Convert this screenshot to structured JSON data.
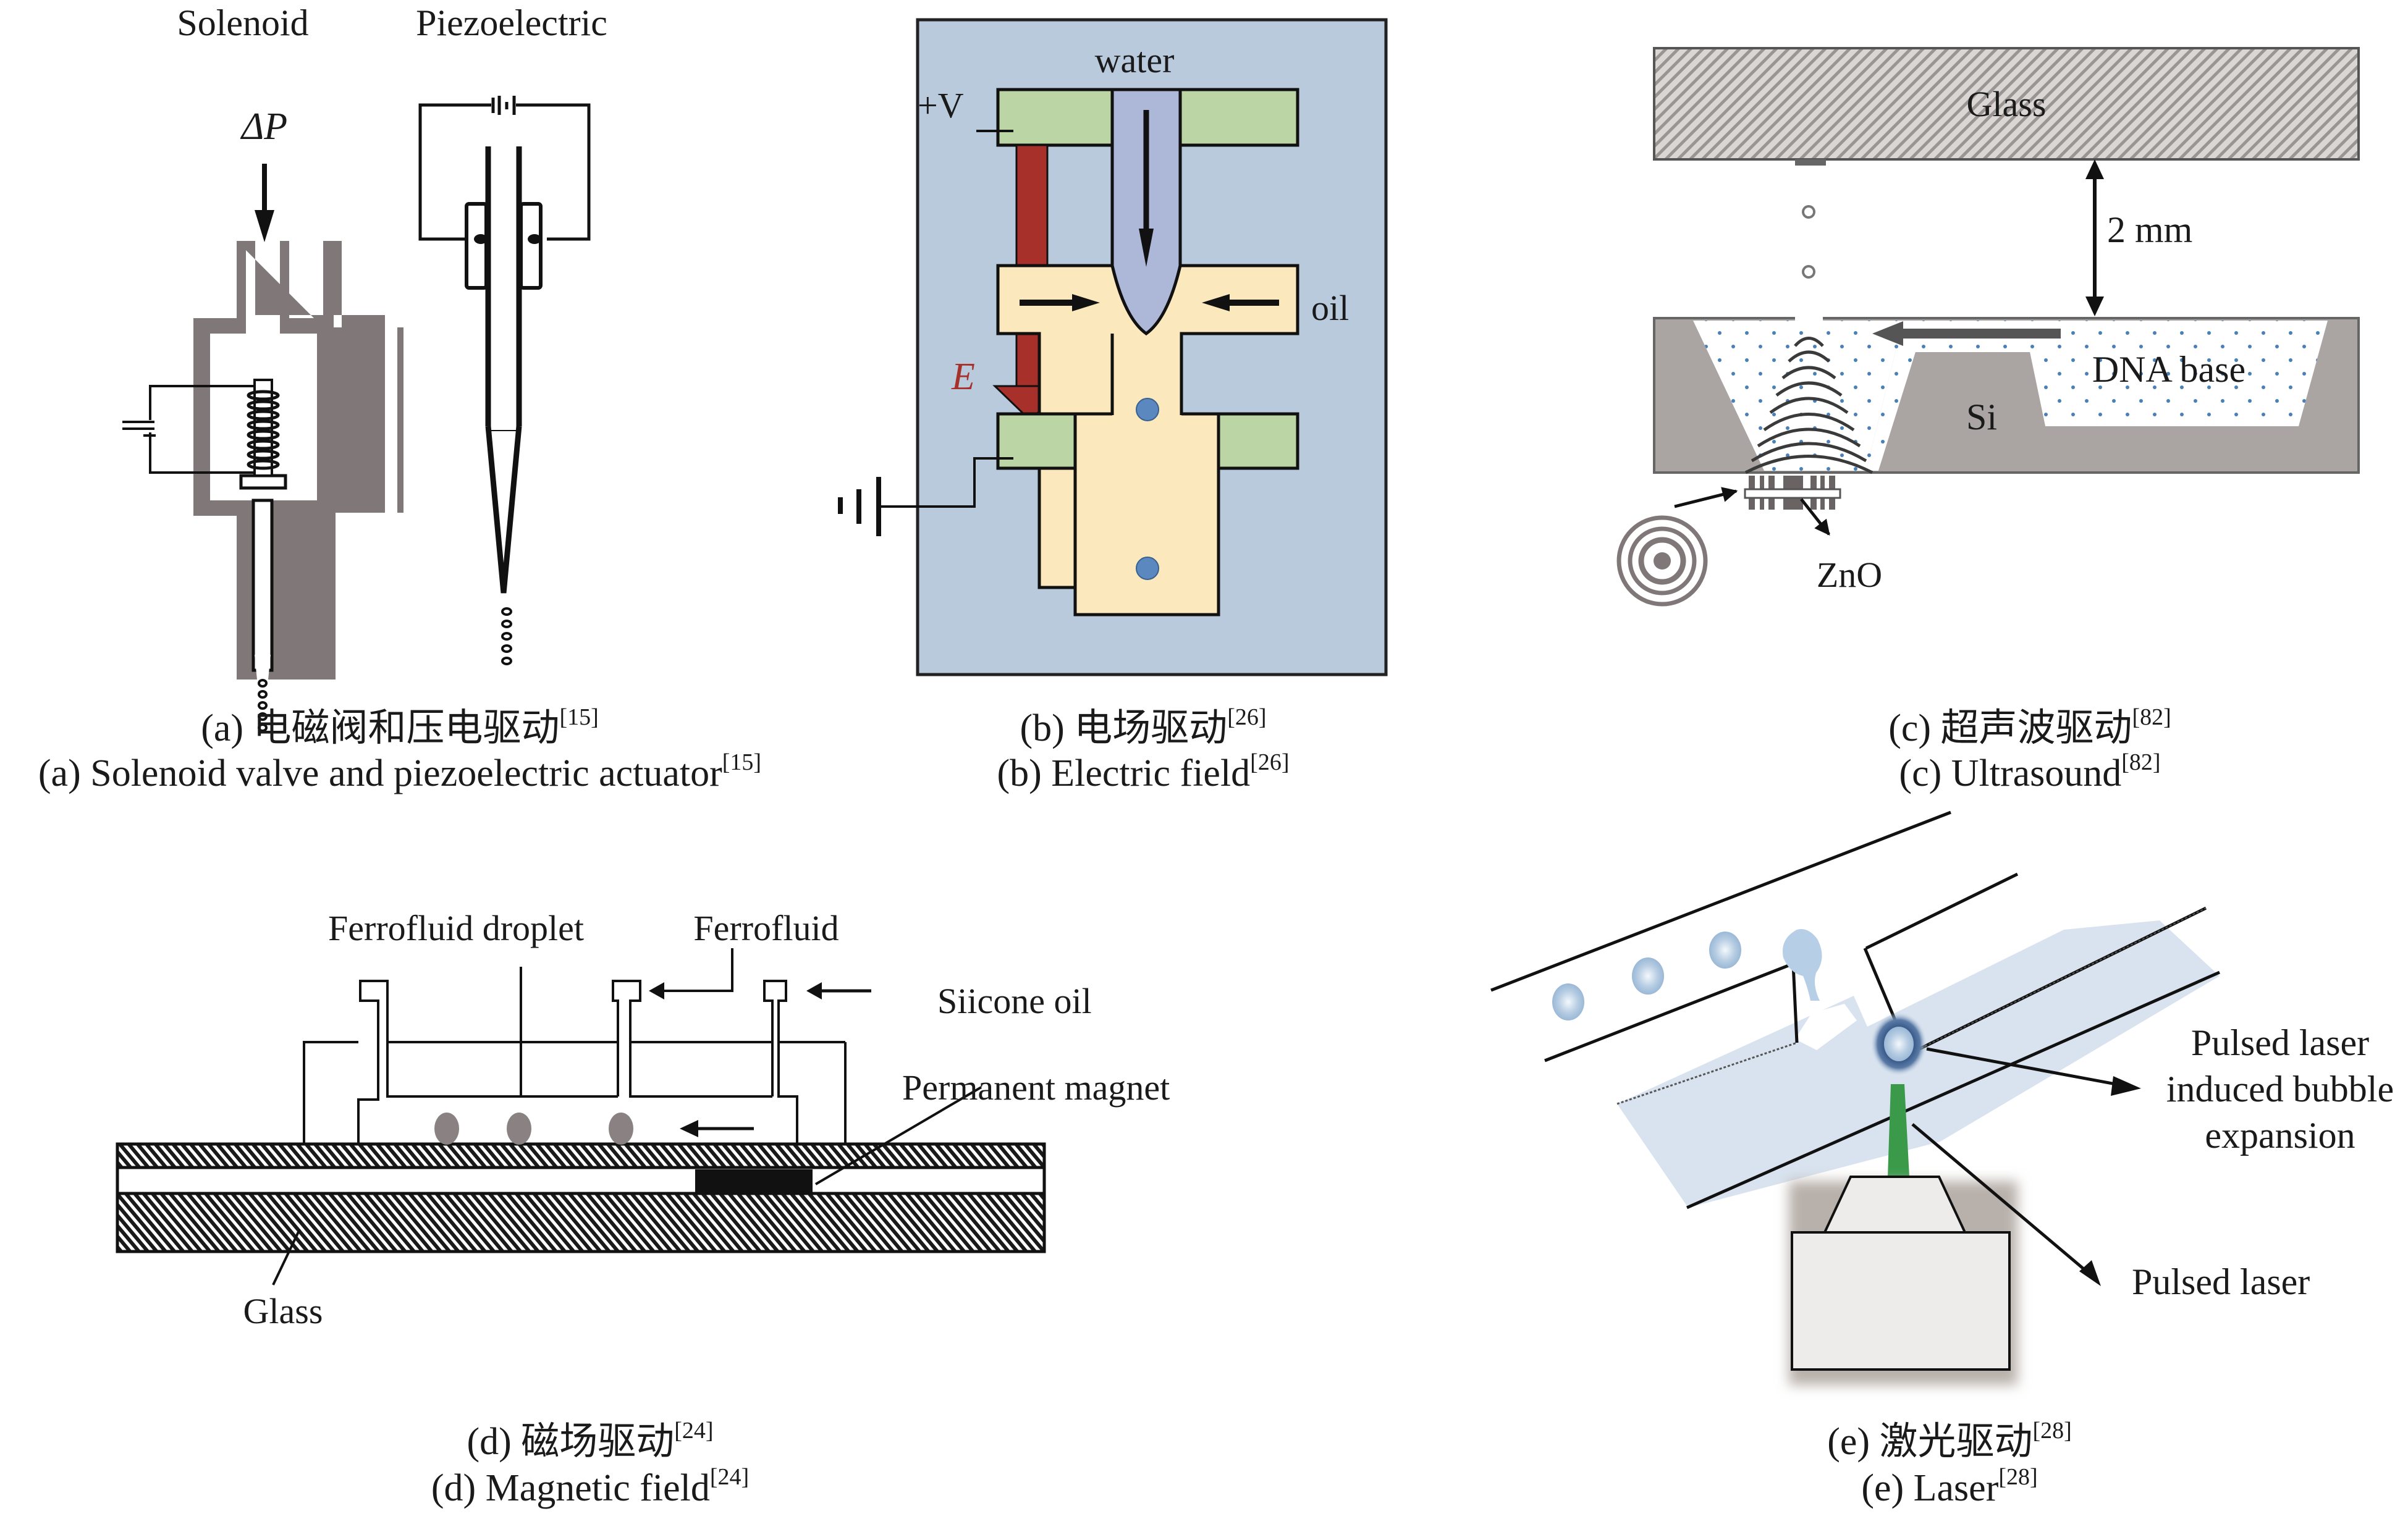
{
  "figure": {
    "panels": [
      {
        "id": "a",
        "labels": {
          "solenoid": "Solenoid",
          "piezoelectric": "Piezoelectric",
          "pressure": "ΔP"
        },
        "caption_cn": "(a) 电磁阀和压电驱动",
        "caption_en": "(a) Solenoid valve and piezoelectric actuator",
        "ref": "[15]",
        "colors": {
          "body": "#807878",
          "line": "#111111"
        }
      },
      {
        "id": "b",
        "labels": {
          "water": "water",
          "oil": "oil",
          "voltage": "+V",
          "field": "E"
        },
        "caption_cn": "(b) 电场驱动",
        "caption_en": "(b) Electric field",
        "ref": "[26]",
        "colors": {
          "background": "#b8cadc",
          "electrode": "#bcd5a4",
          "water": "#adb8d8",
          "oil": "#fce8bd",
          "field_arrow": "#a8302a",
          "droplet": "#5a88bf"
        }
      },
      {
        "id": "c",
        "labels": {
          "glass": "Glass",
          "gap": "2 mm",
          "dna_base": "DNA base",
          "si": "Si",
          "zno": "ZnO"
        },
        "caption_cn": "(c) 超声波驱动",
        "caption_en": "(c) Ultrasound",
        "ref": "[82]",
        "colors": {
          "si": "#aaa5a3",
          "dots": "#4a80b8",
          "wave": "#3a3a3a"
        }
      },
      {
        "id": "d",
        "labels": {
          "droplet": "Ferrofluid droplet",
          "ferrofluid": "Ferrofluid",
          "oil": "Siicone oil",
          "magnet": "Permanent magnet",
          "glass": "Glass"
        },
        "caption_cn": "(d) 磁场驱动",
        "caption_en": "(d) Magnetic field",
        "ref": "[24]",
        "colors": {
          "droplet": "#8a8282",
          "magnet": "#111111"
        }
      },
      {
        "id": "e",
        "labels": {
          "bubble_line1": "Pulsed laser",
          "bubble_line2": "induced bubble",
          "bubble_line3": "expansion",
          "laser": "Pulsed laser"
        },
        "caption_cn": "(e) 激光驱动",
        "caption_en": "(e) Laser",
        "ref": "[28]",
        "colors": {
          "fluid": "#d8e3ef",
          "beam": "#3a9a4a",
          "bubble_glow": "#2e4f80",
          "laser_box": "#eeecea"
        }
      }
    ]
  }
}
